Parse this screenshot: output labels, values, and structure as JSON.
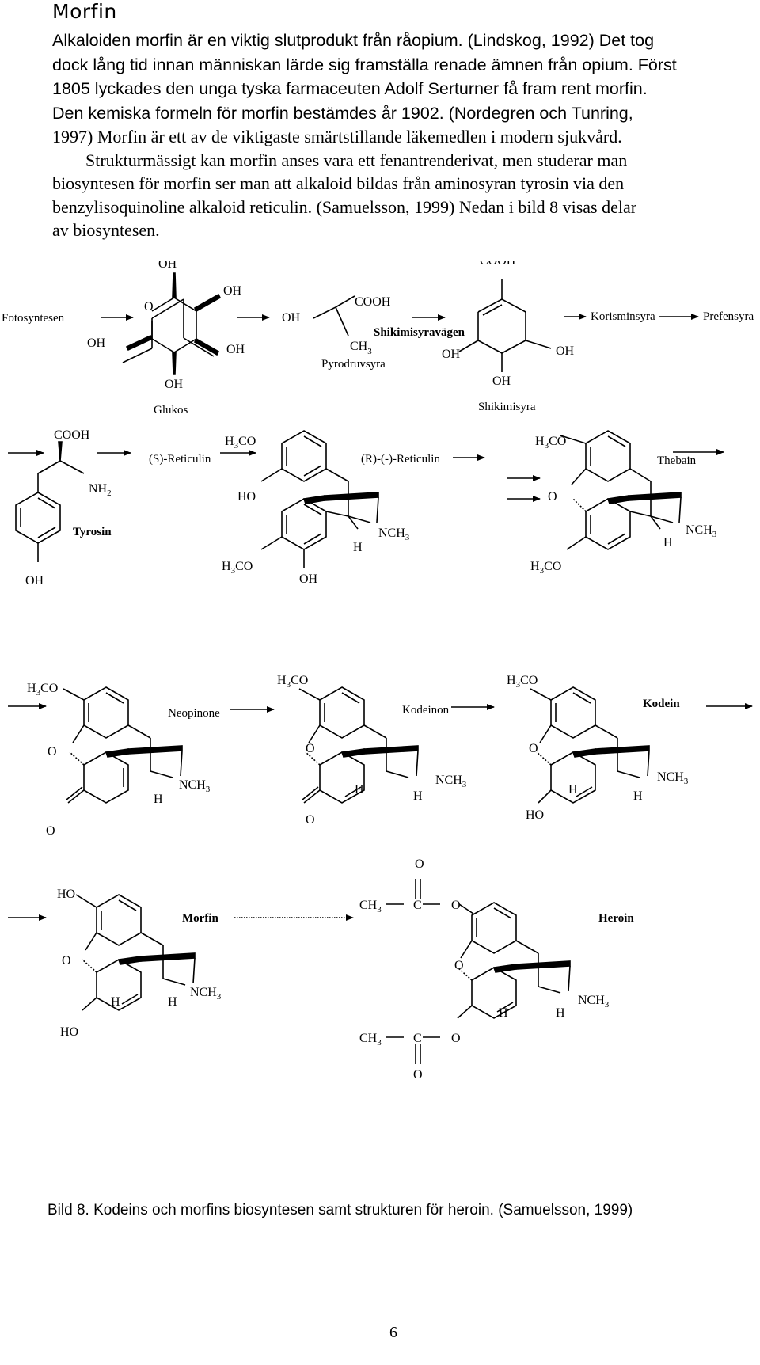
{
  "heading": "Morfin",
  "paragraph1": {
    "l1": "Alkaloiden morfin är en viktig slutprodukt från råopium. (Lindskog, 1992) Det tog",
    "l2": "dock lång tid innan människan lärde sig framställa renade ämnen från opium. Först",
    "l3": "1805 lyckades den unga tyska farmaceuten Adolf Serturner få fram rent morfin.",
    "l4": "Den kemiska formeln för morfin bestämdes år 1902. (Nordegren och Tunring,",
    "l5": "1997) Morfin är ett av de viktigaste smärtstillande läkemedlen i modern sjukvård."
  },
  "paragraph2": {
    "l1": "Strukturmässigt kan morfin anses vara ett fenantrenderivat, men studerar man",
    "l2": "biosyntesen för morfin ser man att alkaloid bildas från aminosyran tyrosin via den",
    "l3": "benzylisoquinoline alkaloid reticulin. (Samuelsson, 1999) Nedan i bild 8 visas delar",
    "l4": "av biosyntesen."
  },
  "scheme": {
    "fotosyntesen": "Fotosyntesen",
    "glukos": "Glukos",
    "pyrodruvsyra": "Pyrodruvsyra",
    "shikimisyravagen": "Shikimisyravägen",
    "shikimisyra": "Shikimisyra",
    "korisminsyra": "Korisminsyra",
    "prefensyra": "Prefensyra",
    "tyrosin": "Tyrosin",
    "s_reticulin": "(S)-Reticulin",
    "r_reticulin": "(R)-(-)-Reticulin",
    "thebain": "Thebain",
    "neopinone": "Neopinone",
    "kodeinon": "Kodeinon",
    "kodein": "Kodein",
    "morfin": "Morfin",
    "heroin": "Heroin",
    "oh": "OH",
    "ho": "HO",
    "o": "O",
    "h": "H",
    "c": "C",
    "cooh": "COOH",
    "ch": "CH",
    "h3co_h": "H",
    "h3co_co": "CO",
    "nch": "NCH",
    "nh": "NH",
    "sub3": "3",
    "sub2": "2"
  },
  "caption": "Bild 8. Kodeins och morfins biosyntesen samt strukturen för heroin. (Samuelsson, 1999)",
  "page_number": "6"
}
